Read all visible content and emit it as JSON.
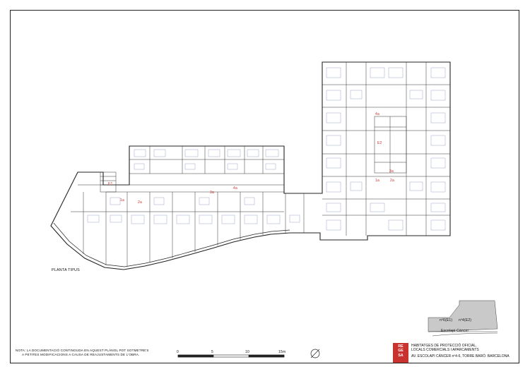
{
  "drawing": {
    "plan_title": "PLANTA TIPUS",
    "site_labels": {
      "left": "nº6(E1)",
      "right": "nº4(E2)",
      "street": "Escolapi Càncer"
    },
    "unit_labels": [
      "1a",
      "2a",
      "3a",
      "4a",
      "1a",
      "2a",
      "3a",
      "4a",
      "E1",
      "E2"
    ],
    "scale_marks": [
      "0",
      "5",
      "10",
      "15m"
    ]
  },
  "footer": {
    "note_line1": "NOTA: LA DOCUMENTACIÓ CONTINGUDA EN AQUEST PLÀNOL POT SOTMETRE'S",
    "note_line2": "A PETITES MODIFICACIONS A CAUSA DE REAJUSTAMENTS DE L'OBRA.",
    "logo_lines": [
      "RE",
      "GE",
      "SA"
    ],
    "title_line1": "HABITATGES DE PROTECCIÓ OFICIAL,",
    "title_line2": "LOCALS COMERCIALS I APARCAMENTS",
    "address": "AV. ESCOLAPI CÀNCER nº4-6, TORRE BARÓ. BARCELONA"
  },
  "colors": {
    "accent_red": "#c8322f",
    "line": "#222222",
    "furniture": "#9aa7c7"
  }
}
